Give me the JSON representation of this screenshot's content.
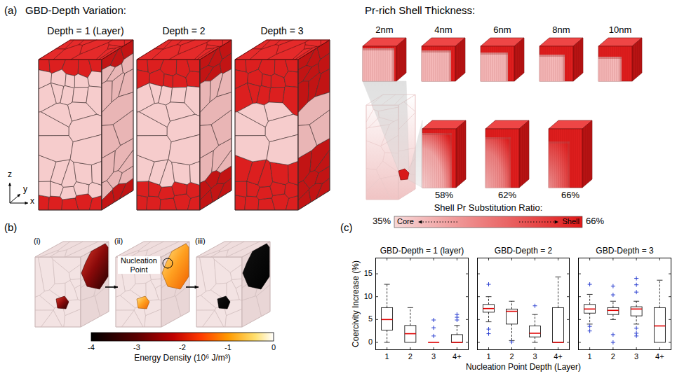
{
  "diagram": {
    "nodes": [
      {
        "text": [
          "GBD-Depth = 1 (layer)"
        ]
      },
      {
        "text": [
          "GBD-Depth = 2"
        ]
      },
      {
        "text": [
          "GBD-Depth = 3"
        ]
      }
    ],
    "labels": [
      "(a)",
      "GBD-Depth Variation:",
      "Depth = 1 (Layer)",
      "Depth = 2",
      "Depth = 3",
      "Pr-rich Shell Thickness:",
      "2nm",
      "4nm",
      "6nm",
      "8nm",
      "10nm",
      "58%",
      "62%",
      "66%",
      "Shell Pr Substitution Ratio:",
      "35%",
      "Core",
      "Shell",
      "66%",
      "z",
      "y",
      "x",
      "(b)",
      "(i)",
      "(ii)",
      "(iii)",
      "Nucleation Point",
      "-4",
      "-3",
      "-2",
      "-1",
      "0",
      "Energy Density (10⁶ J/m³)",
      "(c)",
      "Coercivity Increase (%)",
      "15",
      "10",
      "5",
      "0",
      "1",
      "2",
      "3",
      "4+",
      "1",
      "2",
      "3",
      "4+",
      "1",
      "2",
      "3",
      "4+",
      "Nucleation Point Depth (Layer)"
    ]
  }
}
